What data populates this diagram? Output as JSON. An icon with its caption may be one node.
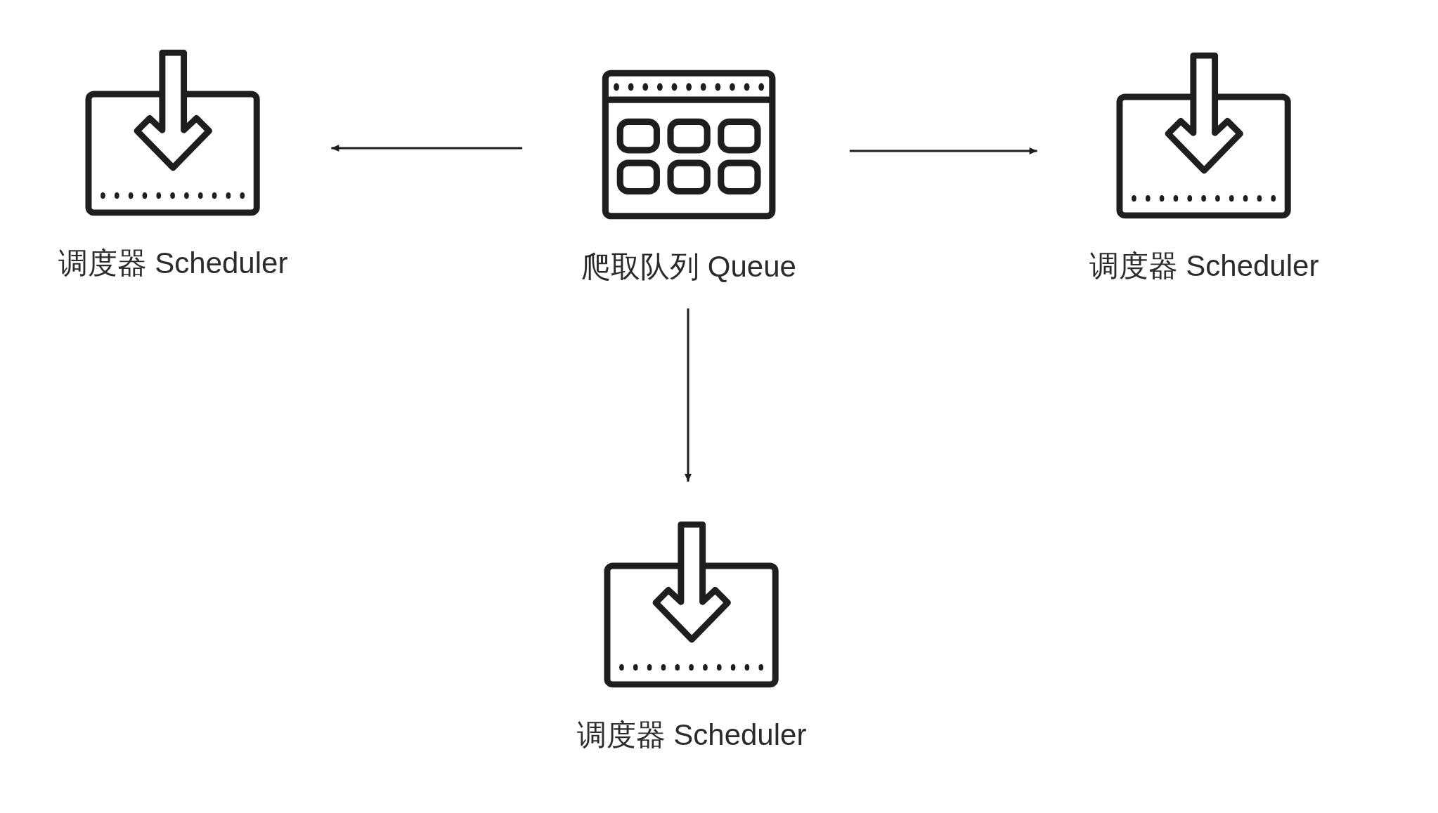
{
  "diagram": {
    "nodes": [
      {
        "text": [
          "调度器 Scheduler"
        ]
      },
      {
        "text": [
          "爬取队列 Queue"
        ]
      },
      {
        "text": [
          "调度器 Scheduler"
        ]
      },
      {
        "text": [
          "调度器 Scheduler"
        ]
      }
    ],
    "edges": [
      {
        "from": 1,
        "to": 0,
        "arrow": "to"
      },
      {
        "from": 1,
        "to": 2,
        "arrow": "to"
      },
      {
        "from": 1,
        "to": 3,
        "arrow": "to"
      }
    ]
  }
}
